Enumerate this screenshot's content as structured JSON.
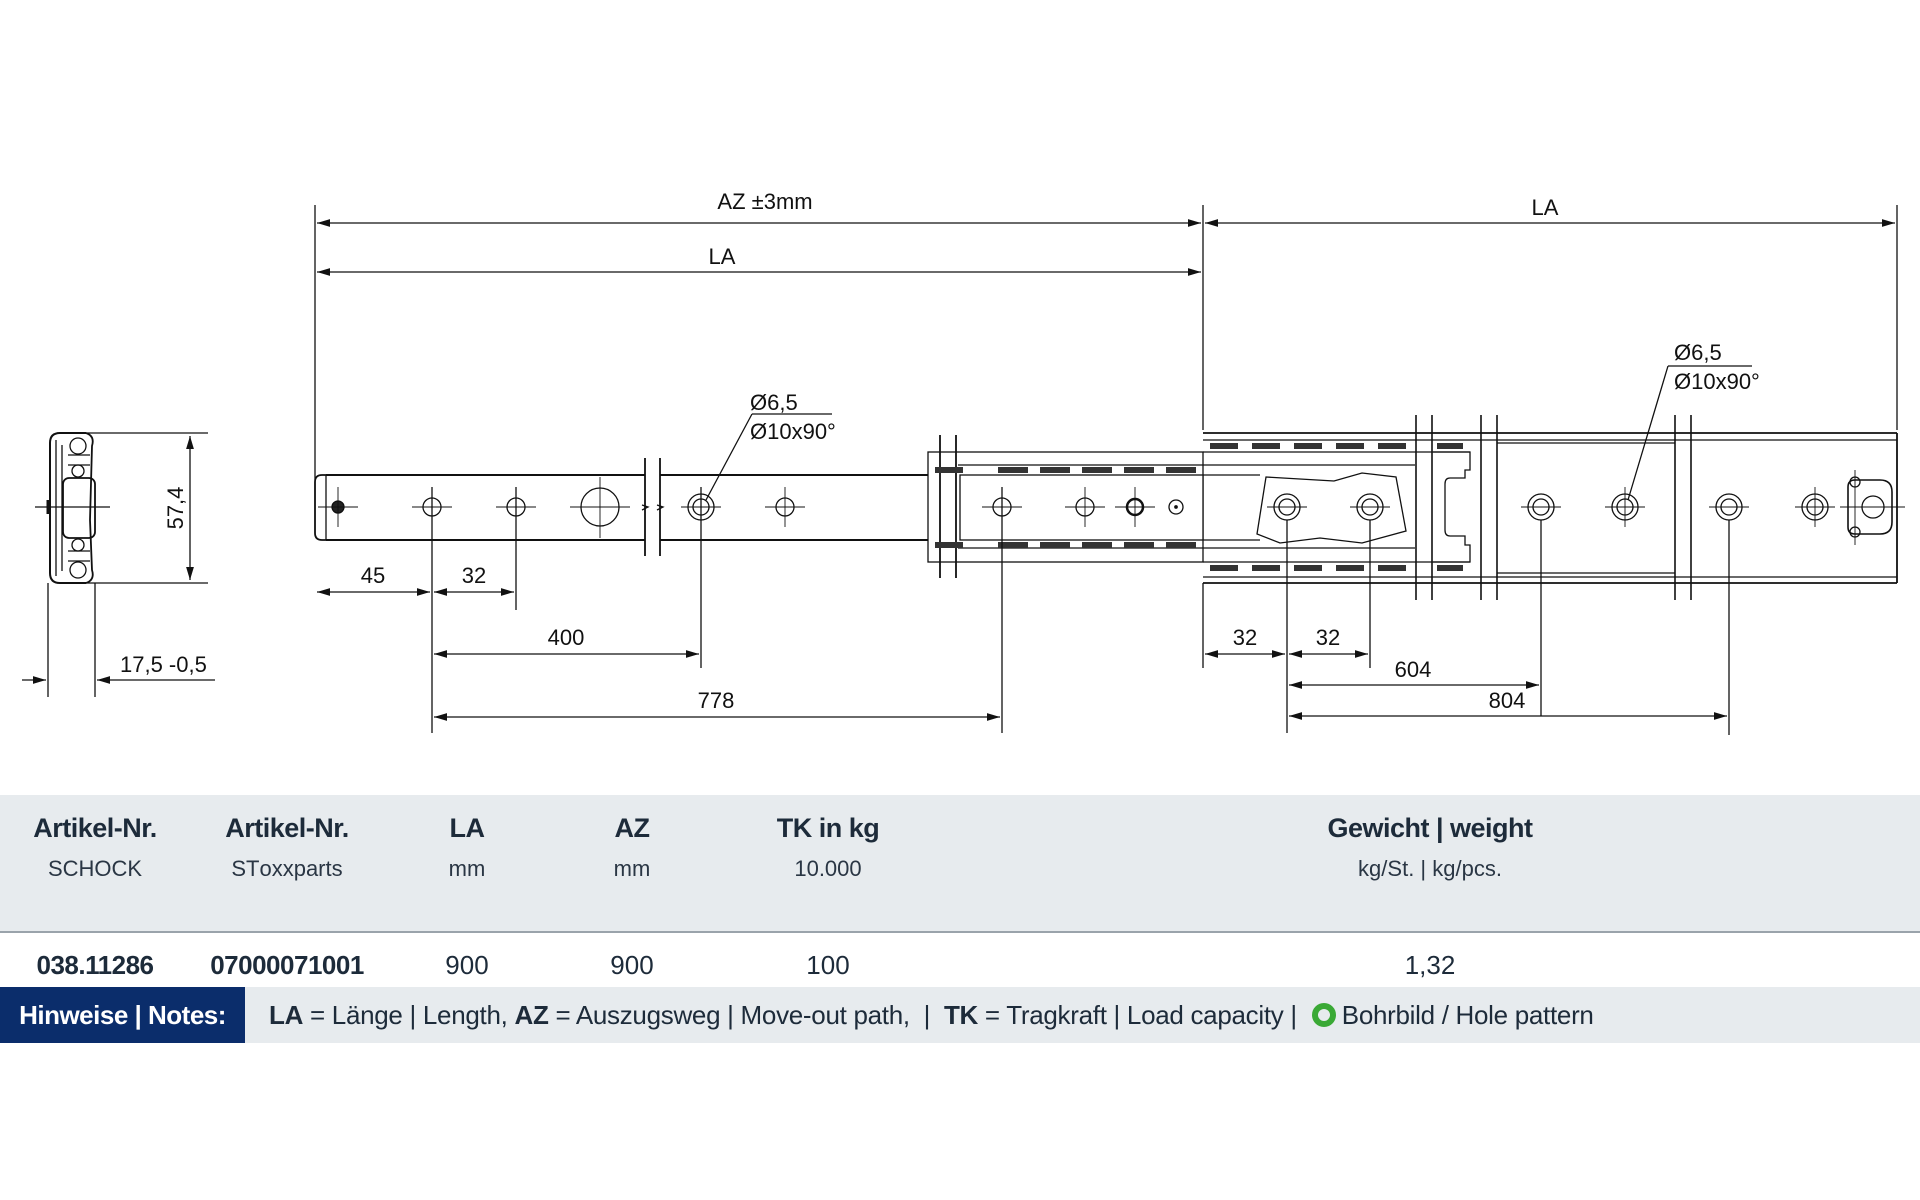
{
  "drawing": {
    "top_dims": {
      "az_label": "AZ  ±3mm",
      "la_left_label": "LA",
      "la_right_label": "LA"
    },
    "profile": {
      "height_label": "57,4",
      "width_label": "17,5 -0,5"
    },
    "callouts": {
      "left": {
        "line1": "Ø6,5",
        "line2": "Ø10x90°"
      },
      "right": {
        "line1": "Ø6,5",
        "line2": "Ø10x90°"
      }
    },
    "bottom_dims": {
      "d45": "45",
      "d32a": "32",
      "d400": "400",
      "d778": "778",
      "d32b": "32",
      "d32c": "32",
      "d604": "604",
      "d804": "804"
    }
  },
  "table": {
    "columns": [
      {
        "title": "Artikel-Nr.",
        "sub": "SCHOCK"
      },
      {
        "title": "Artikel-Nr.",
        "sub": "STоxxparts"
      },
      {
        "title": "LA",
        "sub": "mm"
      },
      {
        "title": "AZ",
        "sub": "mm"
      },
      {
        "title": "TK in kg",
        "sub": "10.000"
      },
      {
        "title": "Gewicht | weight",
        "sub": "kg/St. | kg/pcs."
      }
    ],
    "rows": [
      {
        "schock": "038.11286",
        "stoxx": "07000071001",
        "la": "900",
        "az": "900",
        "tk": "100",
        "weight": "1,32"
      }
    ]
  },
  "notes": {
    "label": "Hinweise | Notes:",
    "la_abbr": "LA",
    "la_text": " = Länge | Length, ",
    "az_abbr": "AZ",
    "az_text": " = Auszugsweg | Move-out path,  |  ",
    "tk_abbr": "TK",
    "tk_text": " = Tragkraft | Load capacity | ",
    "hole_pattern_text": "Bohrbild / Hole pattern",
    "hole_pattern_color": "#3aa935"
  },
  "colors": {
    "header_band": "#e7ebee",
    "notes_label_bg": "#0b2d6b",
    "text": "#1d2b3a"
  }
}
